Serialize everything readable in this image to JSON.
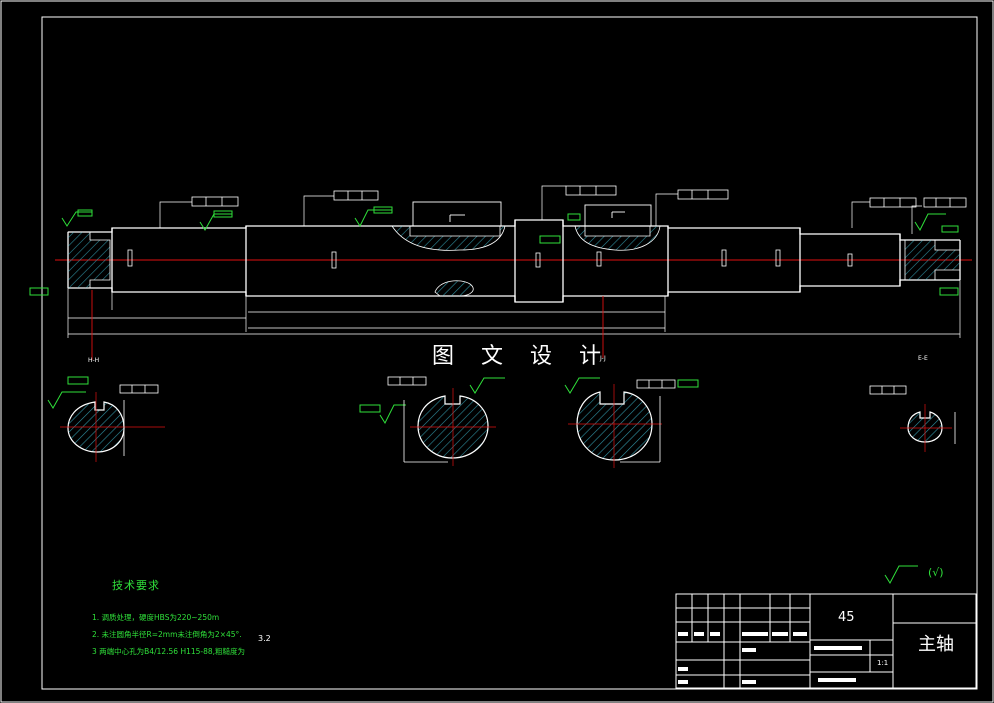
{
  "drawing": {
    "watermark": "图 文 设 计",
    "section_labels": [
      "H-H",
      "J-J",
      "E-E"
    ],
    "technical_requirements": {
      "title": "技术要求",
      "items": [
        "1.  调质处理，硬度HBS为220~250m",
        "2.  未注圆角半径R=2mm未注倒角为2×45°.",
        "3   两端中心孔为B4/12.56 H115-88,粗糙度为"
      ],
      "roughness_value": "3.2"
    },
    "general_roughness": "(√)",
    "title_block": {
      "material": "45",
      "part_name": "主轴",
      "scale": "1:1"
    }
  },
  "colors": {
    "background": "#000000",
    "outline": "#ffffff",
    "centerline": "#e01010",
    "annotation": "#2fe03a",
    "hatch": "#2f7f8f"
  }
}
